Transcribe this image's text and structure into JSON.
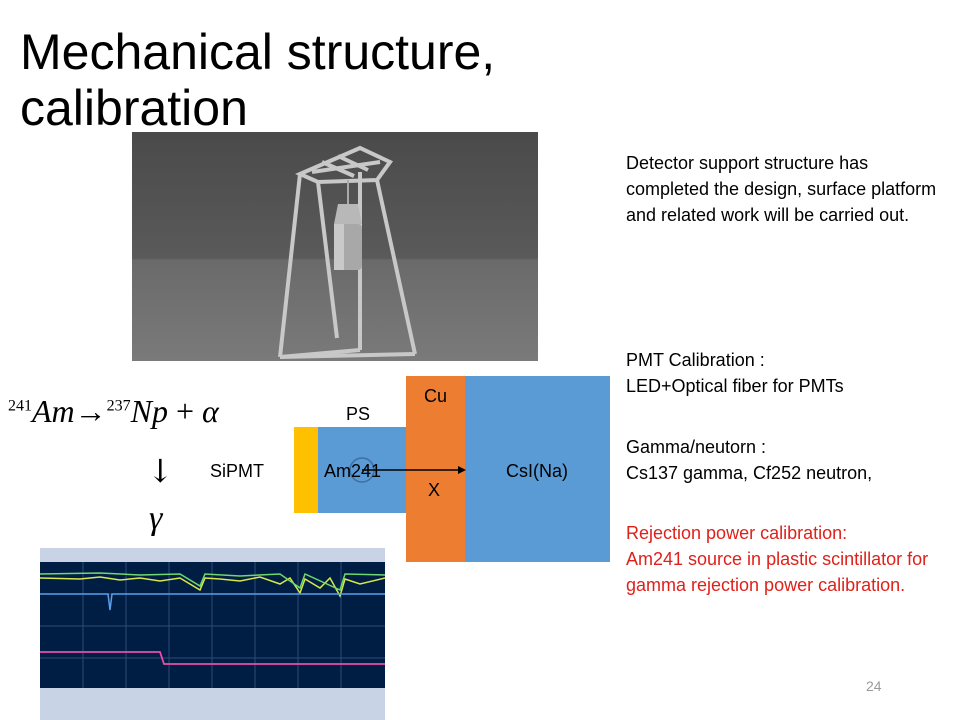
{
  "slide": {
    "title": "Mechanical structure, calibration",
    "page_number": "24"
  },
  "text": {
    "description": "Detector support structure has completed the design, surface platform and related work will be carried out.",
    "pmt_calibration_title": "PMT Calibration :",
    "pmt_calibration_detail": "LED+Optical fiber for PMTs",
    "gamma_neutron_title": "Gamma/neutorn :",
    "gamma_neutron_detail": "Cs137 gamma, Cf252 neutron,",
    "rejection_title": "Rejection power calibration:",
    "rejection_detail": "Am241 source in plastic scintillator for gamma rejection power calibration."
  },
  "equation": {
    "am_mass": "241",
    "am": "Am",
    "np_mass": "237",
    "np": "Np",
    "plus": "+",
    "alpha": "α",
    "arrow": "→",
    "down_arrow": "↓",
    "gamma": "γ"
  },
  "diagram": {
    "sipmt": "SiPMT",
    "ps": "PS",
    "am241": "Am241",
    "cu": "Cu",
    "x": "X",
    "csi": "CsI(Na)",
    "colors": {
      "ps_yellow": "#ffc000",
      "am_blue": "#5b9bd5",
      "cu_orange": "#ed7d31",
      "csi_blue": "#5b9bd5"
    }
  }
}
